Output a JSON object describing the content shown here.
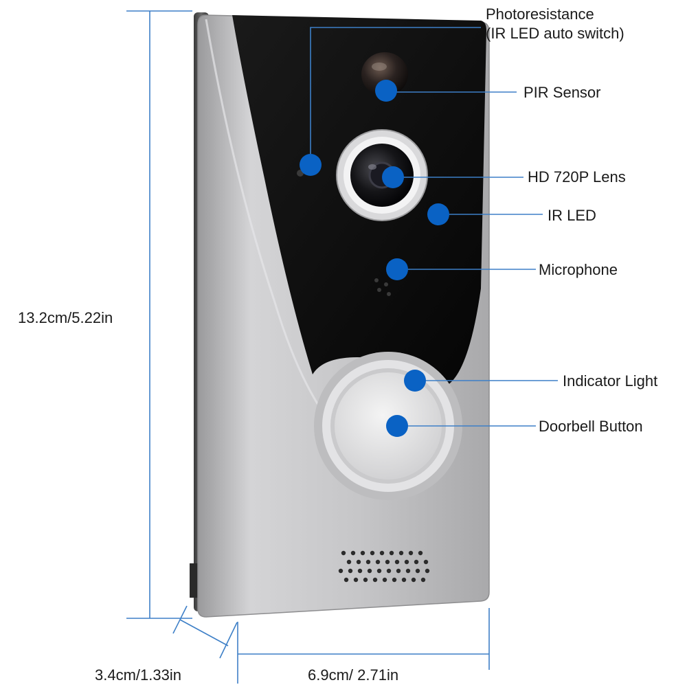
{
  "labels": {
    "photoresistance_line1": "Photoresistance",
    "photoresistance_line2": "(IR LED auto switch)",
    "pir_sensor": "PIR Sensor",
    "lens": "HD 720P Lens",
    "ir_led": "IR LED",
    "microphone": "Microphone",
    "indicator_light": "Indicator Light",
    "doorbell_button": "Doorbell Button"
  },
  "dimensions": {
    "height": "13.2cm/5.22in",
    "depth": "3.4cm/1.33in",
    "width": "6.9cm/ 2.71in"
  },
  "colors": {
    "callout_dot": "#0a62c4",
    "callout_line": "#3d7fc7",
    "body_silver": "#c4c4c6",
    "face_black": "#0c0c0c"
  }
}
